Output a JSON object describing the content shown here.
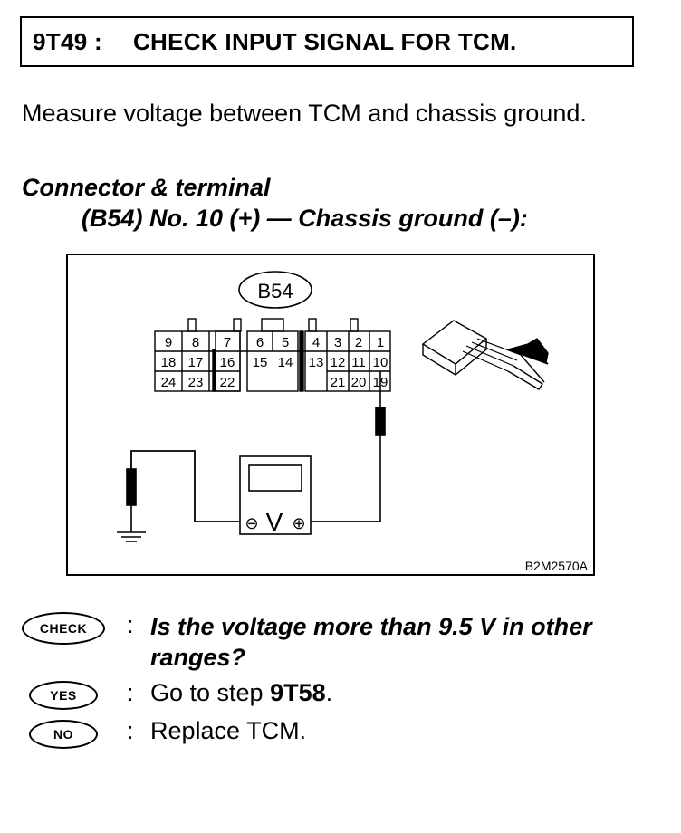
{
  "header": {
    "step_code": "9T49 :",
    "title": "CHECK INPUT SIGNAL FOR TCM."
  },
  "intro": "Measure voltage between TCM and chassis ground.",
  "connector": {
    "heading": "Connector & terminal",
    "detail": "(B54) No. 10 (+) — Chassis ground (–):"
  },
  "diagram": {
    "connector_label": "B54",
    "terminals_row1": [
      "9",
      "8",
      "7",
      "6",
      "5",
      "4",
      "3",
      "2",
      "1"
    ],
    "terminals_row2": [
      "18",
      "17",
      "16",
      "15",
      "14",
      "13",
      "12",
      "11",
      "10"
    ],
    "terminals_row3": [
      "24",
      "23",
      "22",
      "21",
      "20",
      "19"
    ],
    "meter_symbol": "V",
    "minus_symbol": "⊖",
    "plus_symbol": "⊕",
    "figure_code": "B2M2570A"
  },
  "check": {
    "badge": "CHECK",
    "colon": ":",
    "question": "Is the voltage more than 9.5 V in other ranges?"
  },
  "yes": {
    "badge": "YES",
    "colon": ":",
    "text_prefix": "Go to step ",
    "step": "9T58",
    "text_suffix": "."
  },
  "no": {
    "badge": "NO",
    "colon": ":",
    "text": "Replace TCM."
  }
}
